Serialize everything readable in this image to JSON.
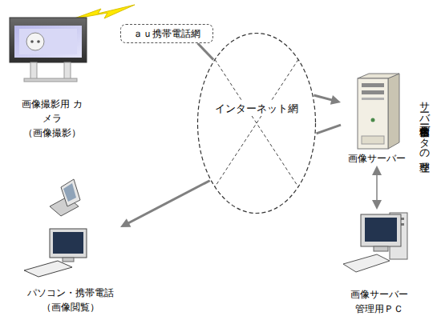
{
  "diagram": {
    "nodes": [
      {
        "text": [
          "画像撮影用 カメラ",
          "（画像撮影）"
        ]
      },
      {
        "text": [
          "ａｕ携帯電話網"
        ]
      },
      {
        "text": [
          "インターネット網"
        ]
      },
      {
        "text": [
          "画像サーバー"
        ]
      },
      {
        "text": [
          "パソコン・携帯電話",
          "（画像閲覧）"
        ]
      },
      {
        "text": [
          "画像サーバー 管理用ＰＣ"
        ]
      }
    ],
    "edges": [
      {
        "from": 1,
        "to": 2,
        "arrow": "none"
      },
      {
        "from": 2,
        "to": 3,
        "arrow": "to"
      },
      {
        "from": 3,
        "to": 2,
        "arrow": "none"
      },
      {
        "from": 2,
        "to": 4,
        "arrow": "to"
      },
      {
        "from": 3,
        "to": 5,
        "arrow": "both"
      }
    ],
    "labels": [
      "サーバー蓄積画像データの整理"
    ]
  }
}
